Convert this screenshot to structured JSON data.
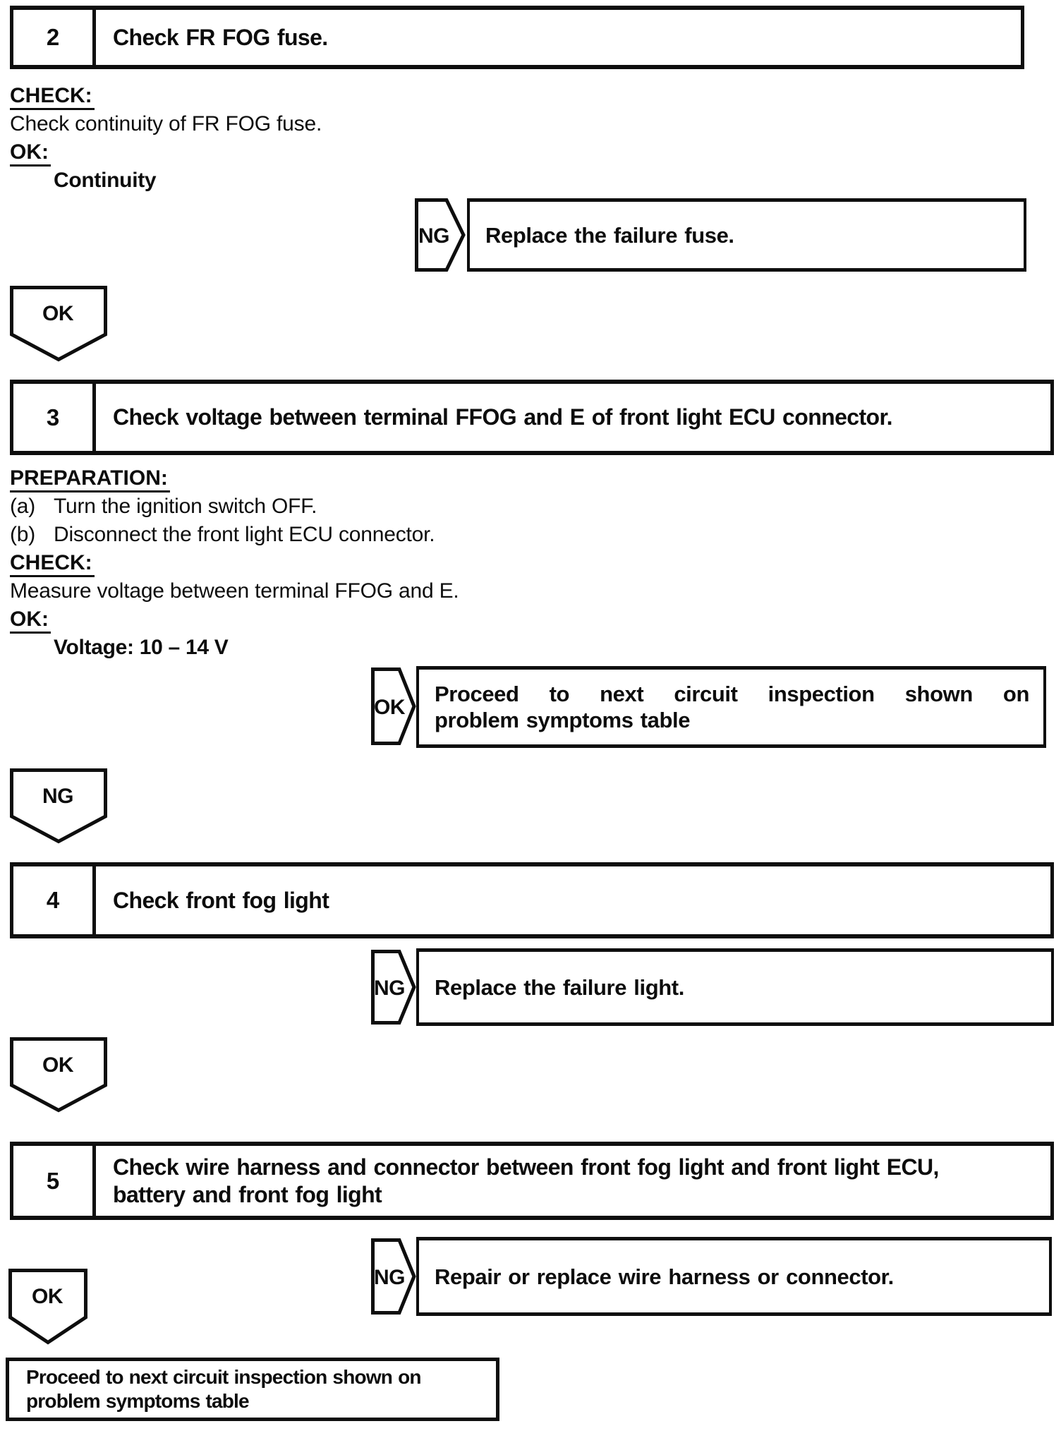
{
  "palette": {
    "ink": "#0e0e0e",
    "paper": "#ffffff"
  },
  "badges": {
    "ok": "OK",
    "ng": "NG"
  },
  "steps": {
    "step2": {
      "number": "2",
      "title": "Check FR FOG fuse."
    },
    "step3": {
      "number": "3",
      "title": "Check voltage between terminal FFOG and E of front light ECU connector."
    },
    "step4": {
      "number": "4",
      "title": "Check front fog light"
    },
    "step5": {
      "number": "5",
      "title_lines": [
        "Check wire harness and connector between front fog light and front light ECU,",
        "battery and front fog light"
      ]
    }
  },
  "step2_details": {
    "check_label": "CHECK:",
    "check_text": "Check continuity of FR FOG fuse.",
    "ok_label": "OK:",
    "ok_value": "Continuity"
  },
  "step3_details": {
    "preparation_label": "PREPARATION:",
    "prep_a_marker": "(a)",
    "prep_a_text": "Turn the ignition switch OFF.",
    "prep_b_marker": "(b)",
    "prep_b_text": "Disconnect the front light ECU connector.",
    "check_label": "CHECK:",
    "check_text": "Measure voltage between terminal FFOG and E.",
    "ok_label": "OK:",
    "ok_value": "Voltage: 10 – 14 V"
  },
  "results": {
    "ng_fuse": "Replace the failure fuse.",
    "ok_proceed_lines": [
      "Proceed to next circuit inspection shown on",
      "problem symptoms table"
    ],
    "ng_light": "Replace the failure light.",
    "ng_harness": "Repair or replace wire harness or connector."
  },
  "final_box_lines": [
    "Proceed to next circuit inspection shown on",
    "problem symptoms table"
  ]
}
